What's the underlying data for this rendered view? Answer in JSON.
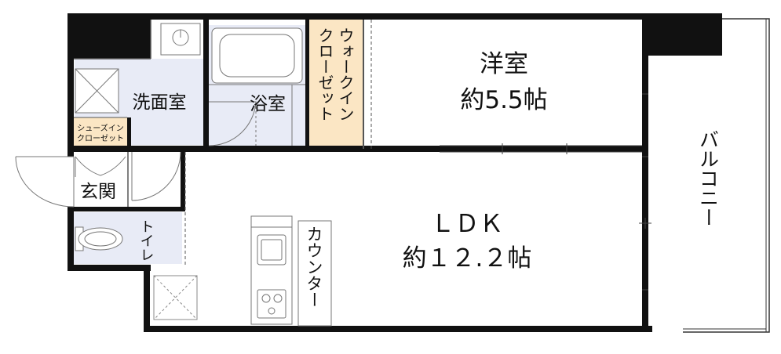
{
  "rooms": {
    "western_room": {
      "name": "洋室",
      "size": "約5.5帖"
    },
    "ldk": {
      "name": "ＬＤＫ",
      "size": "約１２.２帖"
    },
    "washroom": {
      "name": "洗面室"
    },
    "bathroom": {
      "name": "浴室"
    },
    "walk_in_closet": {
      "line1": "ウォークイン",
      "line2": "クローゼット"
    },
    "shoes_closet": {
      "line1": "シューズイン",
      "line2": "クローゼット"
    },
    "entrance": {
      "name": "玄関"
    },
    "toilet": {
      "name": "トイレ"
    },
    "counter": {
      "name": "カウンター"
    },
    "balcony": {
      "name": "バルコニー"
    }
  },
  "colors": {
    "wall": "#111111",
    "wet_area": "#e8ebf6",
    "closet": "#fbe6c4",
    "floor": "#ffffff"
  }
}
